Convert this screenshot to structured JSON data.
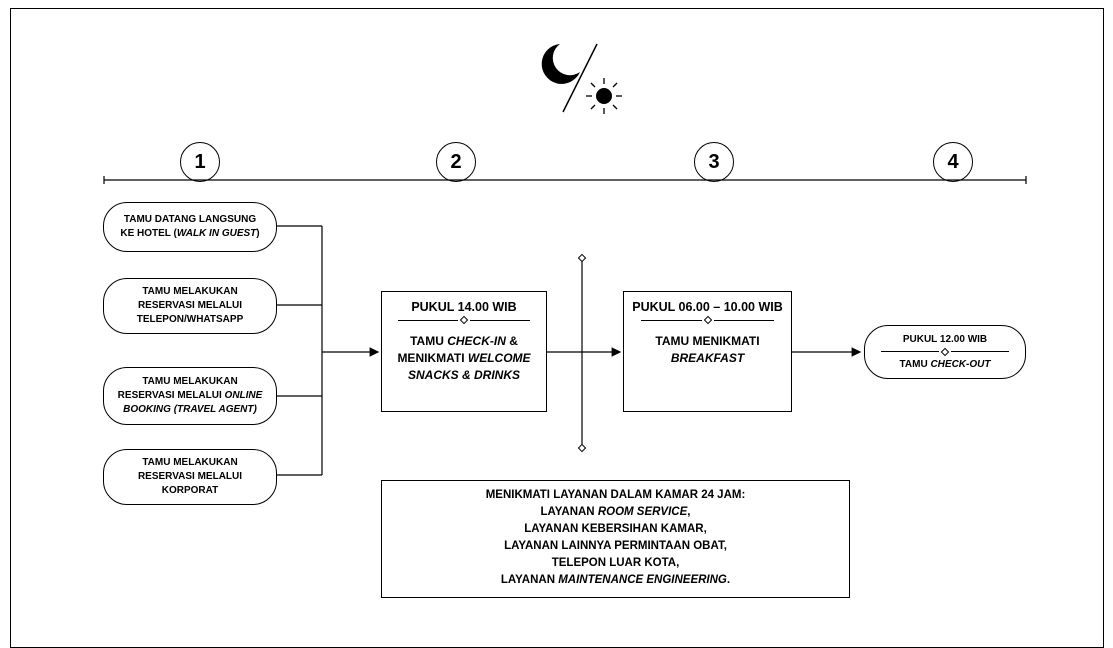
{
  "steps": [
    "1",
    "2",
    "3",
    "4"
  ],
  "guest_types": [
    {
      "line1": "TAMU DATANG LANGSUNG",
      "line2_plain": "KE HOTEL (",
      "line2_italic": "WALK IN GUEST",
      "line2_end": ")"
    },
    {
      "line1": "TAMU MELAKUKAN",
      "line2": "RESERVASI MELALUI",
      "line3": "TELEPON/WHATSAPP"
    },
    {
      "line1": "TAMU MELAKUKAN",
      "line2_plain": "RESERVASI MELALUI ",
      "line2_italic": "ONLINE",
      "line3_italic": "BOOKING (TRAVEL AGENT)"
    },
    {
      "line1": "TAMU MELAKUKAN",
      "line2": "RESERVASI MELALUI",
      "line3": "KORPORAT"
    }
  ],
  "checkin": {
    "time": "PUKUL 14.00 WIB",
    "l1_plain": "TAMU ",
    "l1_italic": "CHECK-IN",
    "l1_end": " &",
    "l2_plain": "MENIKMATI ",
    "l2_italic": "WELCOME",
    "l3_italic": "SNACKS & DRINKS"
  },
  "breakfast": {
    "time": "PUKUL 06.00 – 10.00 WIB",
    "l1": "TAMU MENIKMATI",
    "l2_italic": "BREAKFAST"
  },
  "checkout": {
    "time": "PUKUL 12.00 WIB",
    "l_plain": "TAMU ",
    "l_italic": "CHECK-OUT"
  },
  "services": {
    "title": "MENIKMATI LAYANAN DALAM KAMAR 24 JAM:",
    "s1_plain": "LAYANAN ",
    "s1_italic": "ROOM SERVICE",
    "s1_end": ",",
    "s2": "LAYANAN KEBERSIHAN KAMAR,",
    "s3": "LAYANAN LAINNYA PERMINTAAN OBAT,",
    "s4": "TELEPON LUAR KOTA,",
    "s5_plain": "LAYANAN ",
    "s5_italic": "MAINTENANCE ENGINEERING",
    "s5_end": "."
  },
  "icons": {
    "night": "crescent-moon-icon",
    "day": "sun-icon"
  }
}
